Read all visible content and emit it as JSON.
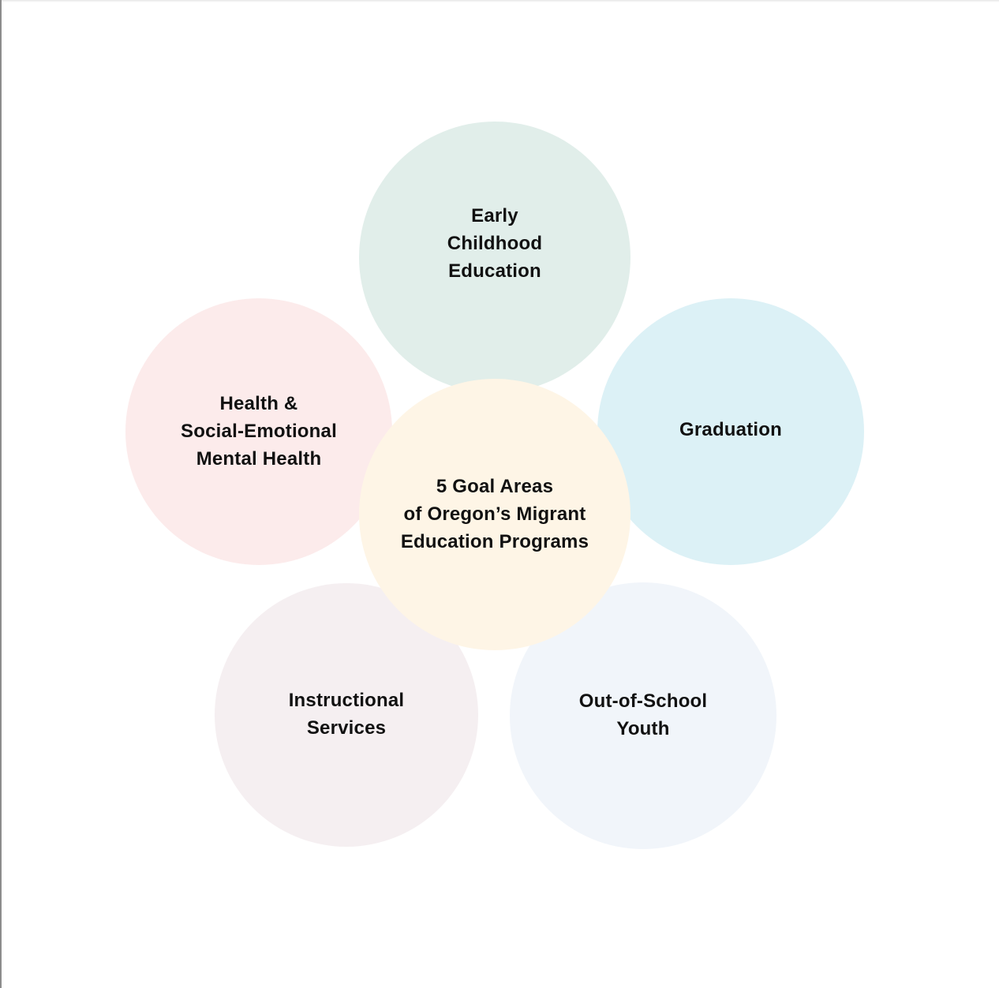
{
  "diagram": {
    "title": "5 Goal Areas\nof Oregon’s Migrant\nEducation Programs",
    "center": {
      "label": "5 Goal Areas\nof Oregon’s Migrant\nEducation Programs",
      "color": "#FEF5E6"
    },
    "goals": [
      {
        "id": "early-childhood",
        "label": "Early\nChildhood\nEducation",
        "color": "#E1EEEA"
      },
      {
        "id": "graduation",
        "label": "Graduation",
        "color": "#DCF1F6"
      },
      {
        "id": "out-of-school-youth",
        "label": "Out-of-School\nYouth",
        "color": "#F1F5FA"
      },
      {
        "id": "instructional-services",
        "label": "Instructional\nServices",
        "color": "#F5EFF1"
      },
      {
        "id": "health",
        "label": "Health &\nSocial-Emotional\nMental Health",
        "color": "#FCEBEB"
      }
    ]
  }
}
